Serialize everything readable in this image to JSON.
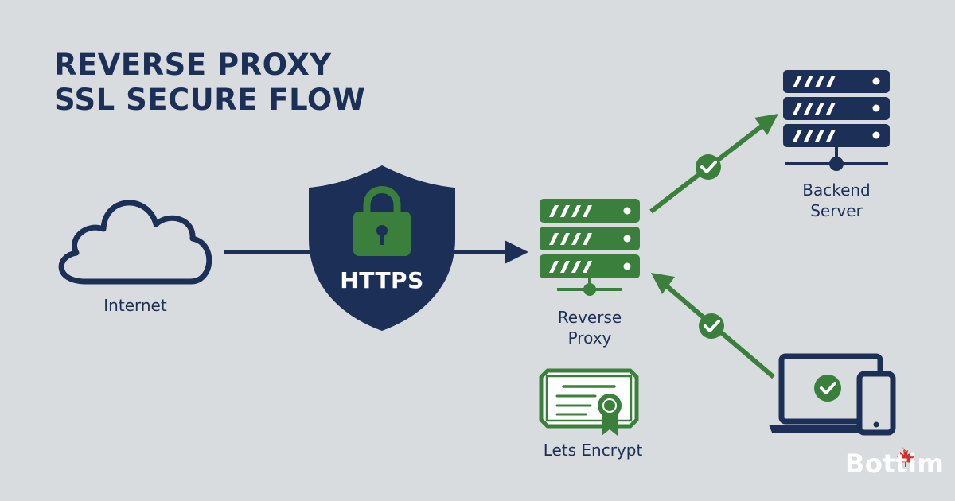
{
  "title": {
    "line1": "REVERSE PROXY",
    "line2": "SSL SECURE FLOW"
  },
  "nodes": {
    "internet": {
      "label": "Internet",
      "icon": "cloud-icon"
    },
    "https": {
      "label": "HTTPS",
      "icon": "shield-lock-icon"
    },
    "proxy": {
      "line1": "Reverse",
      "line2": "Proxy",
      "icon": "server-rack-icon"
    },
    "backend": {
      "line1": "Backend",
      "line2": "Server",
      "icon": "server-rack-icon"
    },
    "certificate": {
      "label": "Lets Encrypt",
      "icon": "certificate-icon"
    },
    "devices": {
      "icon": "laptop-phone-icon"
    }
  },
  "watermark": "Bottim",
  "colors": {
    "background": "#d9dcdf",
    "navy": "#1b2f57",
    "green": "#3b7f3c",
    "white": "#ffffff",
    "maple": "#d62d2d"
  }
}
